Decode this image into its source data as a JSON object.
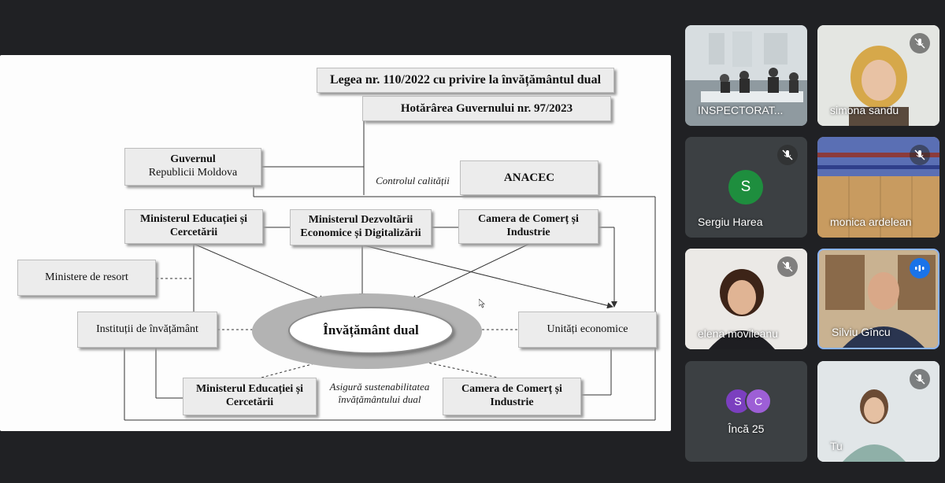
{
  "slide": {
    "law": "Legea nr. 110/2022 cu privire la învățământul dual",
    "hg": "Hotărârea Guvernului nr. 97/2023",
    "guvern_line1": "Guvernul",
    "guvern_line2": "Republicii Moldova",
    "controlul": "Controlul calității",
    "anacec": "ANACEC",
    "mec_line1": "Ministerul Educației și",
    "mec_line2": "Cercetării",
    "mded_line1": "Ministerul Dezvoltării",
    "mded_line2": "Economice și Digitalizării",
    "ccis_line1": "Camera de Comerț și",
    "ccis_line2": "Industrie",
    "ministere": "Ministere de resort",
    "institutii": "Instituții de învățământ",
    "dual": "Învățământ dual",
    "unitati": "Unități economice",
    "mec2_line1": "Ministerul Educației și",
    "mec2_line2": "Cercetării",
    "asigura_line1": "Asigură sustenabilitatea",
    "asigura_line2": "învățământului dual",
    "ccis2_line1": "Camera de Comerț și",
    "ccis2_line2": "Industrie"
  },
  "participants": [
    {
      "name": "INSPECTORAT...",
      "muted": false
    },
    {
      "name": "simona sandu",
      "muted": true
    },
    {
      "name": "Sergiu Harea",
      "muted": true,
      "initial": "S",
      "color": "#1e8e3e"
    },
    {
      "name": "monica ardelean",
      "muted": true
    },
    {
      "name": "elena movileanu",
      "muted": true
    },
    {
      "name": "Silviu Gîncu",
      "muted": false,
      "speaking": true
    },
    {
      "name": "Încă 25",
      "initials": [
        "S",
        "C"
      ],
      "color": "#7b3fbf"
    },
    {
      "name": "Tu",
      "muted": true
    }
  ]
}
